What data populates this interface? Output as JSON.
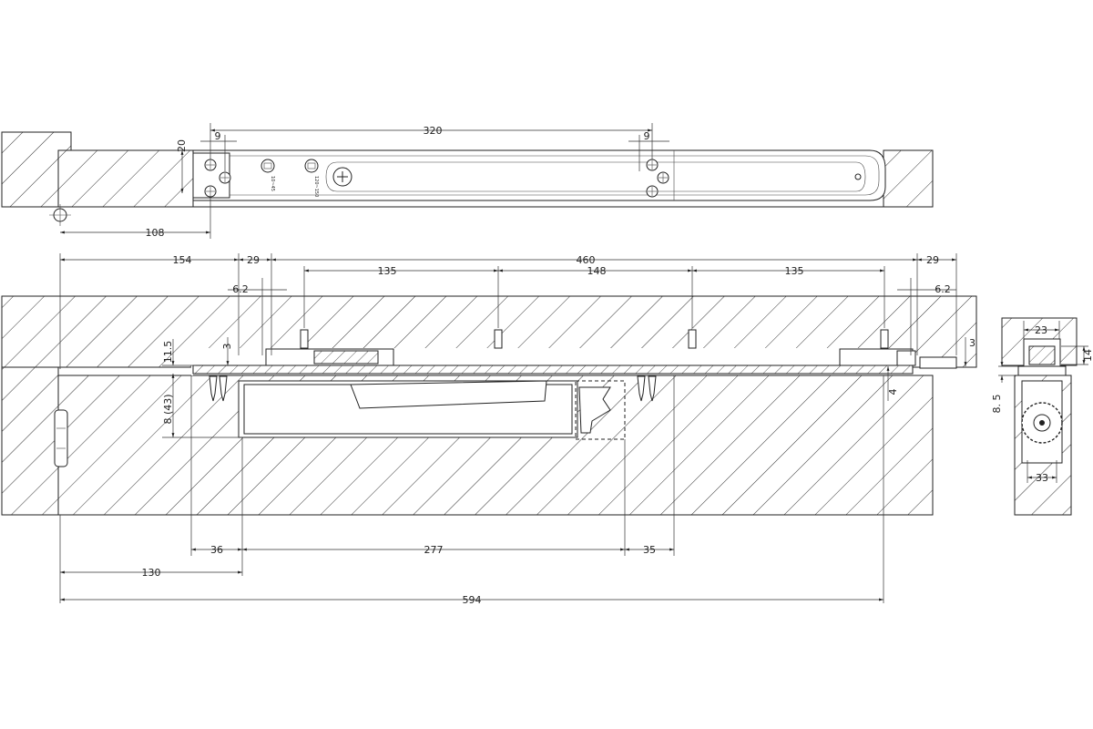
{
  "top_view": {
    "dims": {
      "d320": "320",
      "d9_left": "9",
      "d9_right": "9",
      "d20": "20",
      "d108": "108"
    },
    "adjust_labels": {
      "left": "10~45",
      "right": "120~150"
    }
  },
  "section_view": {
    "dims": {
      "d154": "154",
      "d29_left": "29",
      "d460": "460",
      "d29_right": "29",
      "d135_left": "135",
      "d148": "148",
      "d135_right": "135",
      "d6_2_left": "6.2",
      "d6_2_right": "6.2",
      "d11_5": "11.5",
      "d3_left": "3",
      "d8_43": "8 (43)",
      "d3_right": "3",
      "d4": "4",
      "d36": "36",
      "d277": "277",
      "d35": "35",
      "d130": "130",
      "d594": "594"
    }
  },
  "side_view": {
    "dims": {
      "d23": "23",
      "d14": "14",
      "d8_5": "8. 5",
      "d33": "33"
    }
  }
}
